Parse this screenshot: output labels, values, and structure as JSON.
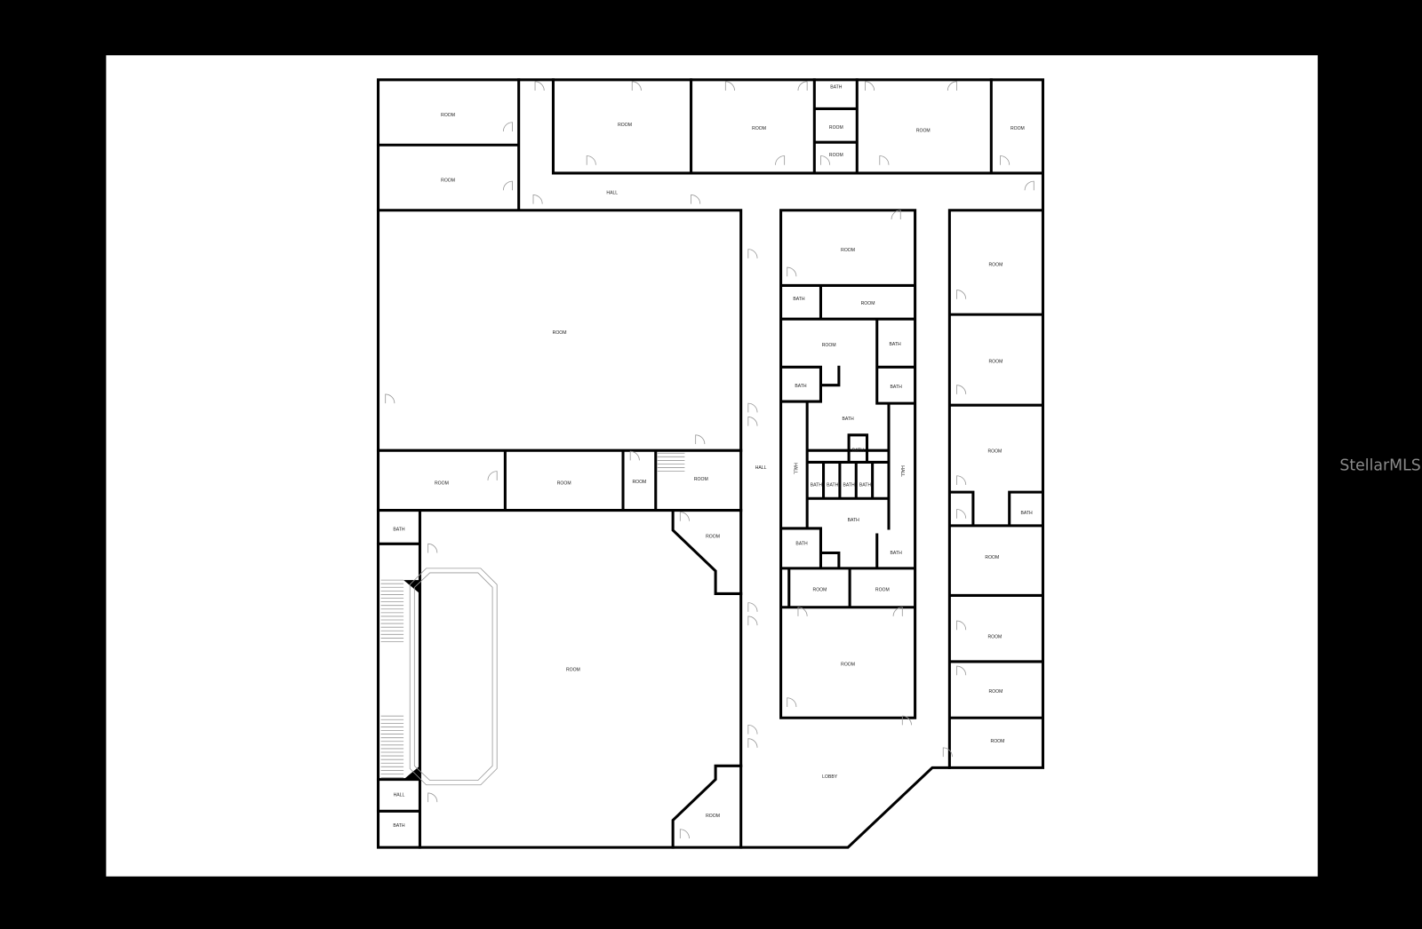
{
  "watermark": "StellarMLS",
  "colors": {
    "background": "#000000",
    "sheet": "#ffffff",
    "walls": "#000000"
  },
  "floorplan": {
    "labels": [
      "ROOM",
      "ROOM",
      "HALL",
      "ROOM",
      "ROOM",
      "BATH",
      "ROOM",
      "ROOM",
      "ROOM",
      "ROOM",
      "ROOM",
      "ROOM",
      "BATH",
      "ROOM",
      "ROOM",
      "BATH",
      "BATH",
      "BATH",
      "BATH",
      "BATH",
      "HALL",
      "HALL",
      "BATH",
      "BATH",
      "BATH",
      "BATH",
      "HALL",
      "BATH",
      "BATH",
      "BATH",
      "ROOM",
      "ROOM",
      "ROOM",
      "LOBBY",
      "ROOM",
      "ROOM",
      "ROOM",
      "BATH",
      "ROOM",
      "ROOM",
      "ROOM",
      "ROOM",
      "ROOM",
      "ROOM",
      "ROOM",
      "ROOM",
      "BATH",
      "ROOM",
      "ROOM",
      "ROOM",
      "HALL",
      "BATH"
    ]
  }
}
